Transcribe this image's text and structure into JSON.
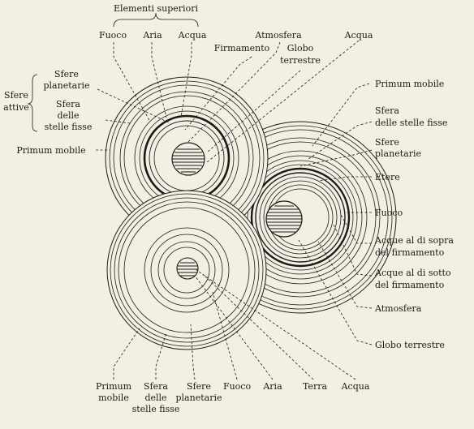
{
  "top_header": "Elementi superiori",
  "top_labels": {
    "fuoco": "Fuoco",
    "aria": "Aria",
    "acqua": "Acqua",
    "atmosfera": "Atmosfera",
    "acqua_right": "Acqua",
    "firmamento": "Firmamento",
    "globo_1": "Globo",
    "globo_2": "terrestre"
  },
  "left_labels": {
    "sfere_attive_1": "Sfere",
    "sfere_attive_2": "attive",
    "sfere_planetarie_1": "Sfere",
    "sfere_planetarie_2": "planetarie",
    "sfera_stelle_1": "Sfera",
    "sfera_stelle_2": "delle",
    "sfera_stelle_3": "stelle fisse",
    "primum_mobile": "Primum mobile"
  },
  "right_labels": {
    "primum_mobile": "Primum mobile",
    "sfera_stelle_1": "Sfera",
    "sfera_stelle_2": "delle stelle fisse",
    "sfere_planetarie_1": "Sfere",
    "sfere_planetarie_2": "planetarie",
    "etere": "Etere",
    "fuoco": "Fuoco",
    "acque_sopra_1": "Acque al di sopra",
    "acque_sopra_2": "del firmamento",
    "acque_sotto_1": "Acque al di sotto",
    "acque_sotto_2": "del firmamento",
    "atmosfera": "Atmosfera",
    "globo_terrestre": "Globo terrestre"
  },
  "bottom_labels": {
    "primum_1": "Primum",
    "primum_2": "mobile",
    "sfera_1": "Sfera",
    "sfera_2": "delle",
    "sfera_3": "stelle fisse",
    "sfere_1": "Sfere",
    "sfere_2": "planetarie",
    "fuoco": "Fuoco",
    "aria": "Aria",
    "terra": "Terra",
    "acqua": "Acqua"
  }
}
